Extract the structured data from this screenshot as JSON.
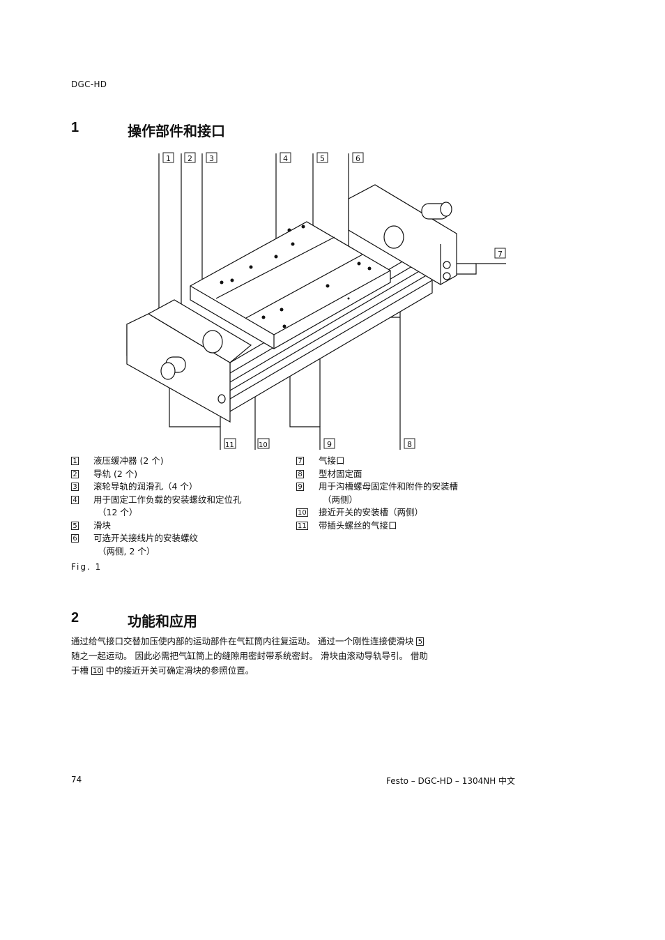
{
  "header": {
    "product_code": "DGC-HD"
  },
  "section1": {
    "number": "1",
    "title": "操作部件和接口",
    "figure": {
      "callouts_top": [
        "1",
        "2",
        "3",
        "4",
        "5",
        "6"
      ],
      "callouts_right": [
        "7"
      ],
      "callouts_bottom": [
        "11",
        "10",
        "9",
        "8"
      ]
    },
    "legend_left": [
      {
        "num": "1",
        "text": "液压缓冲器 (2 个)"
      },
      {
        "num": "2",
        "text": "导轨 (2 个)"
      },
      {
        "num": "3",
        "text": "滚轮导轨的润滑孔（4 个）"
      },
      {
        "num": "4",
        "text": "用于固定工作负载的安装螺纹和定位孔",
        "cont": "（12 个）"
      },
      {
        "num": "5",
        "text": "滑块"
      },
      {
        "num": "6",
        "text": "可选开关接线片的安装螺纹",
        "cont": "（两侧, 2 个）"
      }
    ],
    "legend_right": [
      {
        "num": "7",
        "text": "气接口"
      },
      {
        "num": "8",
        "text": "型材固定面"
      },
      {
        "num": "9",
        "text": "用于沟槽螺母固定件和附件的安装槽",
        "cont": "（两侧）"
      },
      {
        "num": "10",
        "text": "接近开关的安装槽（两侧）"
      },
      {
        "num": "11",
        "text": "带插头螺丝的气接口"
      }
    ],
    "fig_caption": "Fig. 1"
  },
  "section2": {
    "number": "2",
    "title": "功能和应用",
    "paragraph": {
      "line1": "通过给气接口交替加压使内部的运动部件在气缸筒内往复运动。 通过一个刚性连接使滑块",
      "ref1": "5",
      "line2": "随之一起运动。 因此必需把气缸筒上的缝隙用密封带系统密封。 滑块由滚动导轨导引。 借助",
      "line3a": "于槽",
      "ref2": "10",
      "line3b": "中的接近开关可确定滑块的参照位置。"
    }
  },
  "footer": {
    "page_number": "74",
    "doc_id": "Festo – DGC-HD – 1304NH 中文"
  }
}
